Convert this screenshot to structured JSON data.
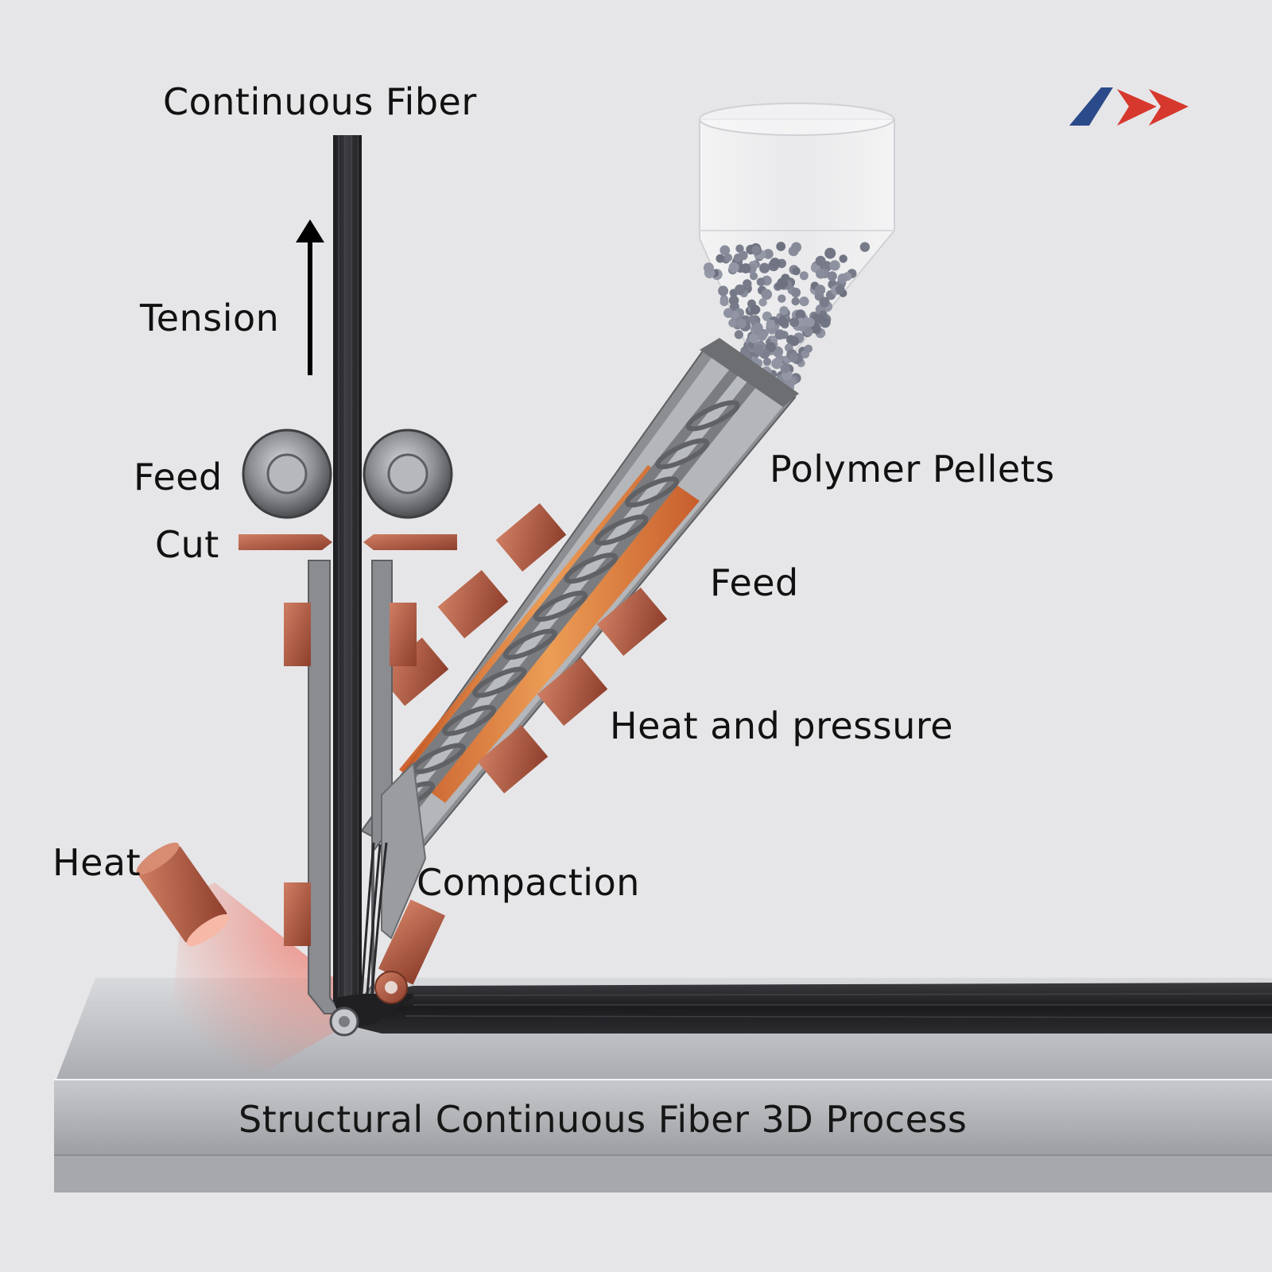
{
  "labels": {
    "continuous_fiber": "Continuous Fiber",
    "tension": "Tension",
    "feed_rollers": "Feed",
    "cut": "Cut",
    "polymer_pellets": "Polymer Pellets",
    "feed_screw": "Feed",
    "heat_and_pressure": "Heat and pressure",
    "heat": "Heat",
    "compaction": "Compaction",
    "process_title": "Structural Continuous Fiber 3D Process"
  },
  "colors": {
    "background": "#e6e6e8",
    "fiber": "#26262a",
    "steel": "#9a9ca0",
    "copper": "#b5624a",
    "molten_polymer": "#e07a2e",
    "pellets": "#7c8090",
    "heat_glow": "#f06a5a",
    "logo_blue": "#2b4a8a",
    "logo_red": "#d6382e"
  },
  "icons": {
    "logo": "chevron-arrows-logo",
    "tension_arrow": "arrow-up-icon"
  }
}
